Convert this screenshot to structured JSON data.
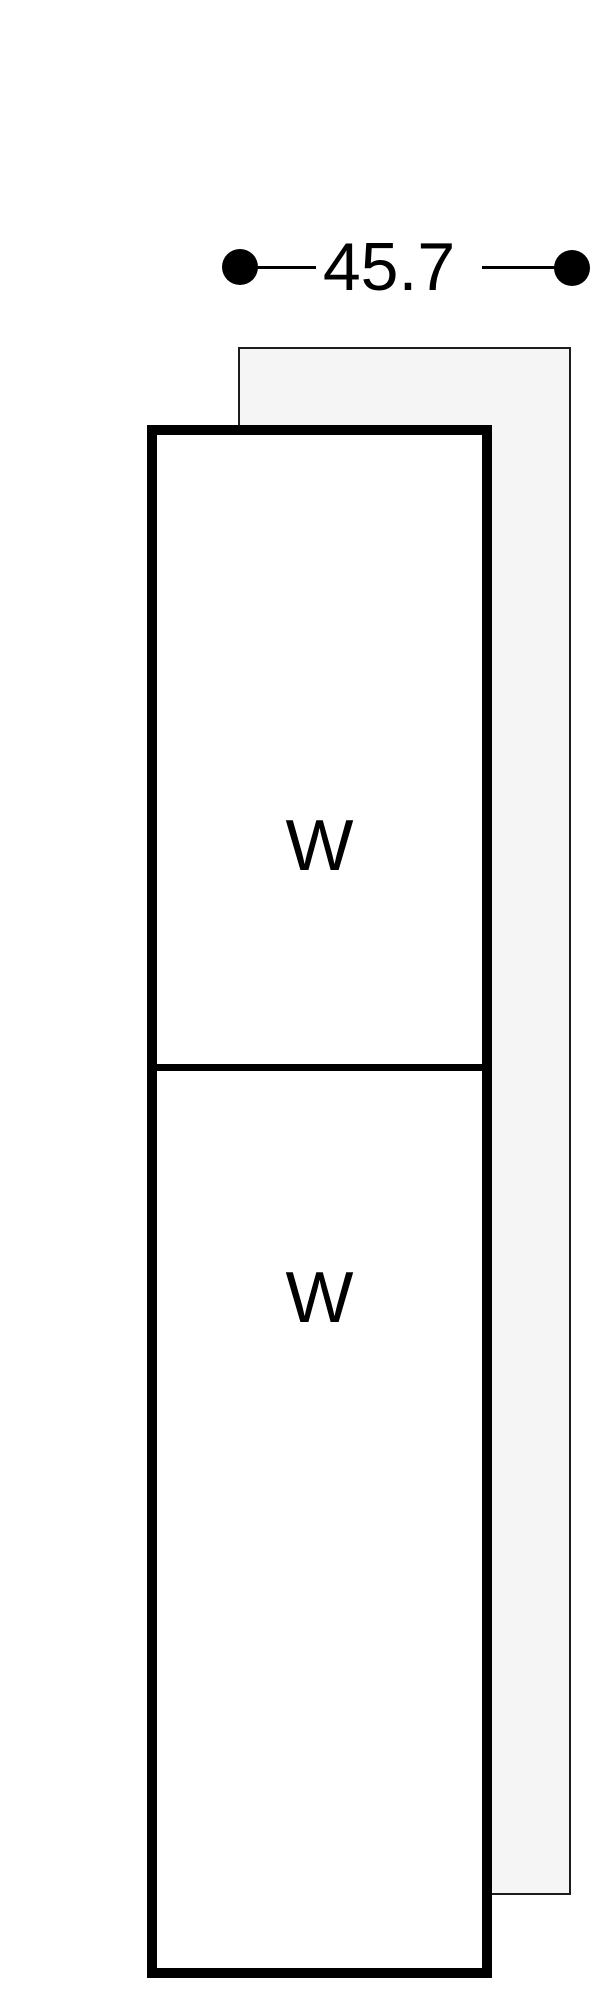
{
  "dimension": {
    "label": "45.7"
  },
  "compartments": [
    {
      "label": "W"
    },
    {
      "label": "W"
    }
  ],
  "colors": {
    "ink": "#000000",
    "panel_fill": "#f5f5f5",
    "panel_border": "#1c1c1c",
    "background": "#ffffff"
  }
}
